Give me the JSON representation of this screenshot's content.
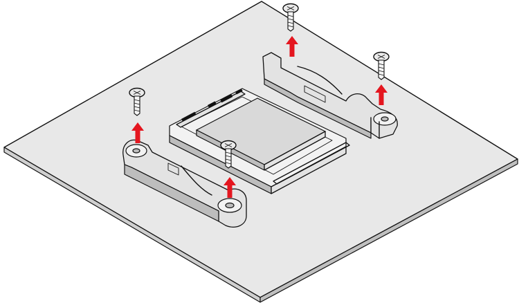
{
  "colors": {
    "board_fill": "#e8e8e8",
    "outline": "#111111",
    "arrow": "#e4161f",
    "background": "#ffffff"
  },
  "arrows": {
    "direction": "up",
    "count": 4,
    "meaning": "remove-screw"
  },
  "screws": {
    "count": 4
  }
}
